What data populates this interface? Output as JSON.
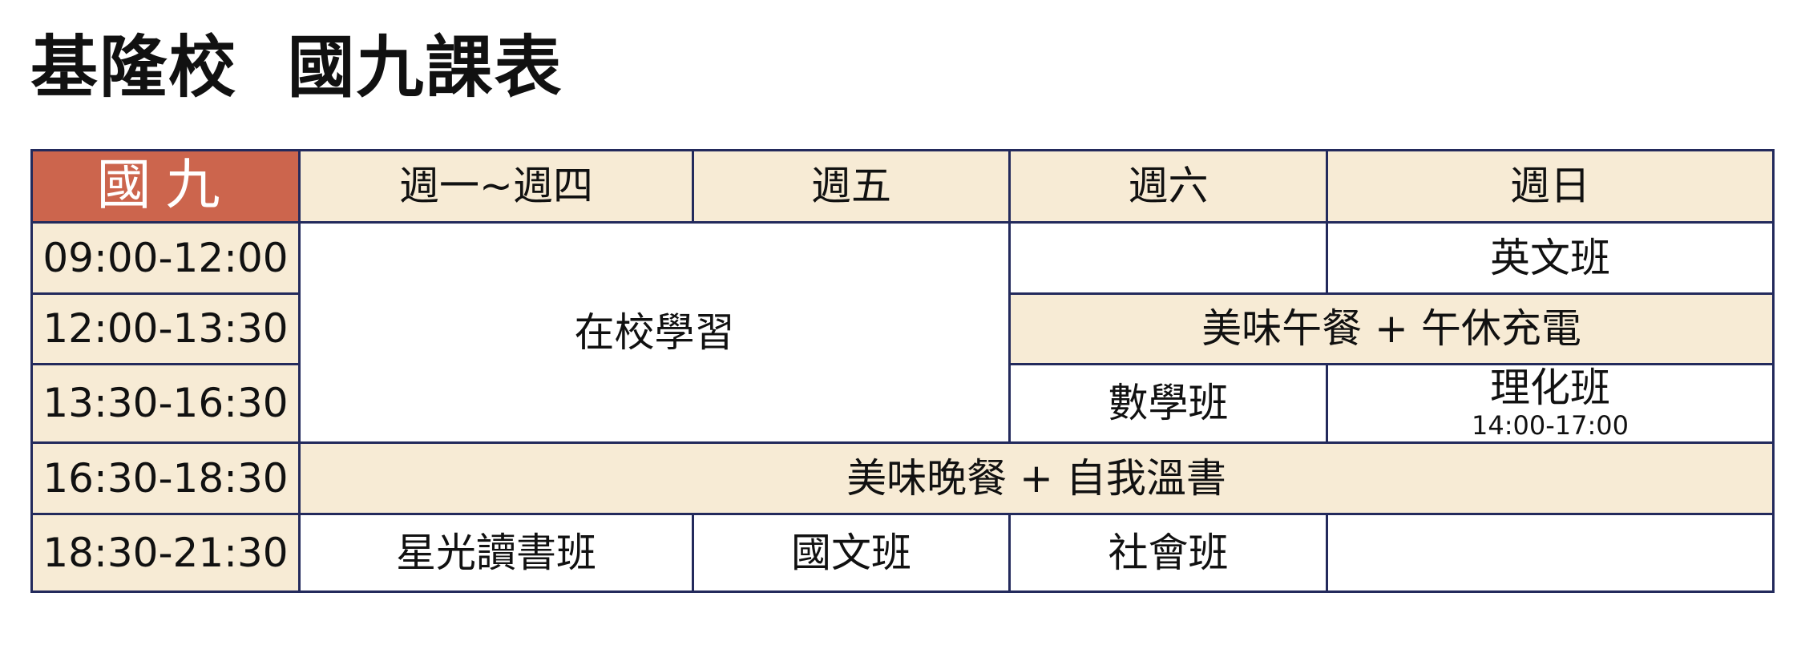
{
  "title": "基隆校  國九課表",
  "table": {
    "corner": "國九",
    "headers": [
      "週一~週四",
      "週五",
      "週六",
      "週日"
    ],
    "times": [
      "09:00-12:00",
      "12:00-13:30",
      "13:30-16:30",
      "16:30-18:30",
      "18:30-21:30"
    ],
    "weekday_block": "在校學習",
    "sun_morning": "英文班",
    "lunch": "美味午餐 + 午休充電",
    "sat_afternoon": "數學班",
    "sun_afternoon": "理化班",
    "sun_afternoon_time": "14:00-17:00",
    "dinner": "美味晚餐 + 自我溫書",
    "weekday_evening": "星光讀書班",
    "fri_evening": "國文班",
    "sat_evening": "社會班"
  },
  "colors": {
    "corner_bg": "#cc654d",
    "cream": "#f7ebd5",
    "border": "#232a5c"
  }
}
